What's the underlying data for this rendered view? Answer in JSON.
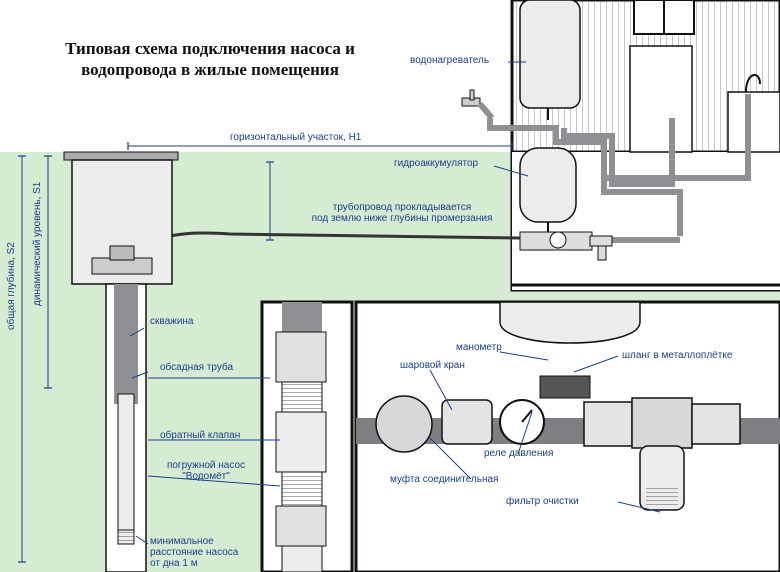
{
  "title": {
    "line1": "Типовая схема подключения насоса и",
    "line2": "водопровода в жилые помещения"
  },
  "labels": {
    "water_heater": "водонагреватель",
    "horizontal_section": "горизонтальный участок, H1",
    "accumulator": "гидроаккумулятор",
    "pipeline_line1": "трубопровод прокладывается",
    "pipeline_line2": "под землю ниже глубины промерзания",
    "well": "скважина",
    "casing_pipe": "обсадная труба",
    "check_valve": "обратный клапан",
    "pump_line1": "погружной насос",
    "pump_line2": "\"Водомёт\"",
    "min_distance_line1": "минимальное",
    "min_distance_line2": "расстояние насоса",
    "min_distance_line3": "от дна 1 м",
    "total_depth": "общая глубина, S2",
    "dynamic_level": "динамический уровень, S1",
    "manometer": "манометр",
    "ball_valve": "шаровой кран",
    "metal_hose": "шланг в металлоплётке",
    "pressure_relay": "реле давления",
    "coupling": "муфта соединительная",
    "filter": "фильтр очистки"
  },
  "colors": {
    "ground": "#d6ecd2",
    "label_blue": "#1a3e8c",
    "pipe_gray": "#7d7f82",
    "outline": "#111111",
    "dim_line": "#1a3e8c",
    "house_wall": "#ffffff"
  }
}
